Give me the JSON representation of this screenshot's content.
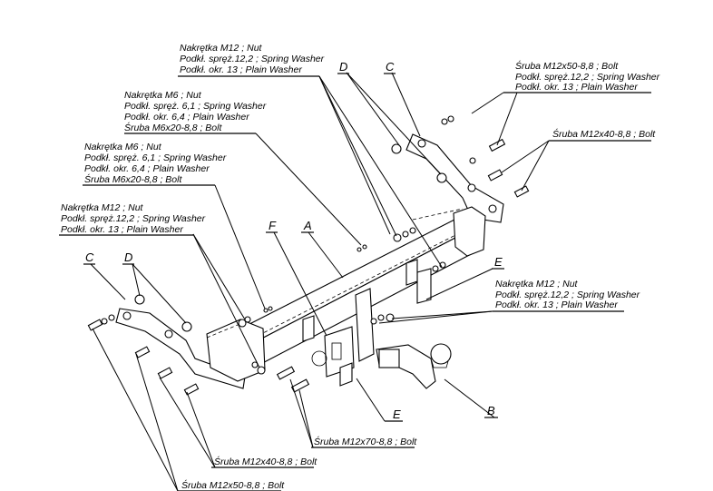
{
  "labels": {
    "top_center_nut": [
      "Nakrętka  M12 ; Nut",
      "Podkł. spręż.12,2 ; Spring Washer",
      "Podkł. okr. 13 ; Plain Washer"
    ],
    "top_right_bolt": [
      "Śruba M12x50-8,8 ;  Bolt",
      "Podkł. spręż.12,2 ; Spring Washer",
      "Podkł. okr. 13 ; Plain Washer"
    ],
    "right_bolt_m12x40": "Śruba M12x40-8,8 ;  Bolt",
    "m6_upper": [
      "Nakrętka  M6 ; Nut",
      "Podkł. spręż. 6,1 ; Spring Washer",
      "Podkł. okr. 6,4 ; Plain Washer",
      "Śruba M6x20-8,8 ;  Bolt"
    ],
    "m6_lower": [
      "Nakrętka  M6 ; Nut",
      "Podkł. spręż. 6,1 ; Spring Washer",
      "Podkł. okr. 6,4 ; Plain Washer",
      "Śruba M6x20-8,8 ;  Bolt"
    ],
    "left_nut_m12": [
      "Nakrętka  M12 ; Nut",
      "Podkł. spręż.12,2 ; Spring Washer",
      "Podkł. okr. 13 ; Plain Washer"
    ],
    "right_nut_m12": [
      "Nakrętka  M12 ; Nut",
      "Podkł. spręż.12,2 ; Spring Washer",
      "Podkł. okr. 13 ; Plain Washer"
    ],
    "bottom_bolt_m12x70": "Śruba M12x70-8,8 ;  Bolt",
    "bottom_bolt_m12x40": "Śruba M12x40-8,8 ;  Bolt",
    "bottom_bolt_m12x50": "Śruba M12x50-8,8 ;  Bolt"
  },
  "letters": {
    "A": "A",
    "B": "B",
    "C_top": "C",
    "C_left": "C",
    "D_top": "D",
    "D_left": "D",
    "E_right": "E",
    "E_bottom": "E",
    "F": "F"
  }
}
